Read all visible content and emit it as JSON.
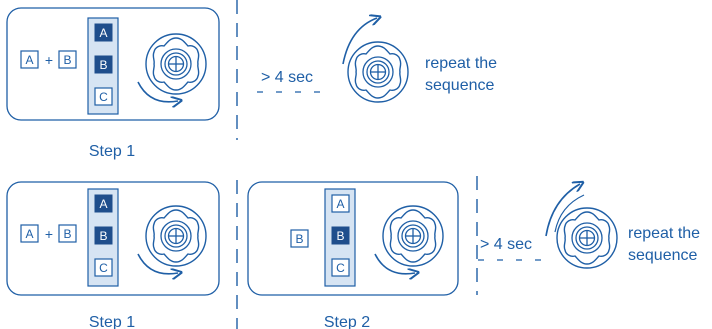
{
  "row1": {
    "combo_key_a": "A",
    "plus": "+",
    "combo_key_b": "B",
    "column_keys": [
      "A",
      "B",
      "C"
    ],
    "step_label": "Step 1",
    "timing_text": "> 4 sec",
    "repeat_line1": "repeat the",
    "repeat_line2": "sequence"
  },
  "row2": {
    "combo_key_a": "A",
    "plus": "+",
    "combo_key_b": "B",
    "column_keys_step1": [
      "A",
      "B",
      "C"
    ],
    "step1_label": "Step 1",
    "single_key": "B",
    "column_keys_step2": [
      "A",
      "B",
      "C"
    ],
    "step2_label": "Step 2",
    "timing_text": "> 4 sec",
    "repeat_line1": "repeat the",
    "repeat_line2": "sequence"
  },
  "colors": {
    "accent": "#1f5fa6",
    "highlight_key_fill": "#1f4e8c",
    "column_fill": "#d6e4f3"
  },
  "icons": [
    "rotary-knob-icon",
    "rotation-arrow-icon"
  ]
}
